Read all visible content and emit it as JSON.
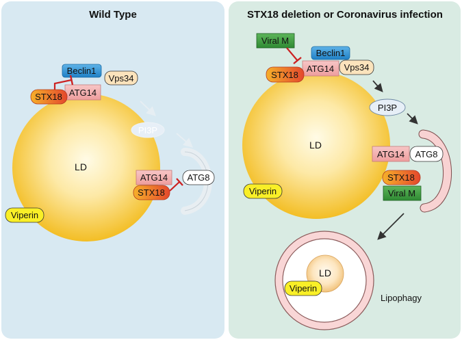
{
  "panels": {
    "left": {
      "title": "Wild Type"
    },
    "right": {
      "title": "STX18 deletion or Coronavirus infection"
    }
  },
  "labels": {
    "ld": "LD",
    "stx18": "STX18",
    "atg14": "ATG14",
    "beclin1": "Beclin1",
    "vps34": "Vps34",
    "pi3p": "PI3P",
    "atg8": "ATG8",
    "viperin": "Viperin",
    "viral_m": "Viral M",
    "lipophagy": "Lipophagy"
  },
  "colors": {
    "left_bg": "#d8e9f2",
    "right_bg": "#d9ebe3",
    "ld_yellow": "#f6c634",
    "stx18": "#f28a2e",
    "atg14": "#f2b5b5",
    "beclin1": "#2f93d1",
    "vps34": "#fbe3bc",
    "pi3p": "#e7eff7",
    "viperin": "#f9ef27",
    "viral_m": "#3f9a3f",
    "phagophore": "#f8d2d2",
    "inhibit": "#cc2222"
  }
}
